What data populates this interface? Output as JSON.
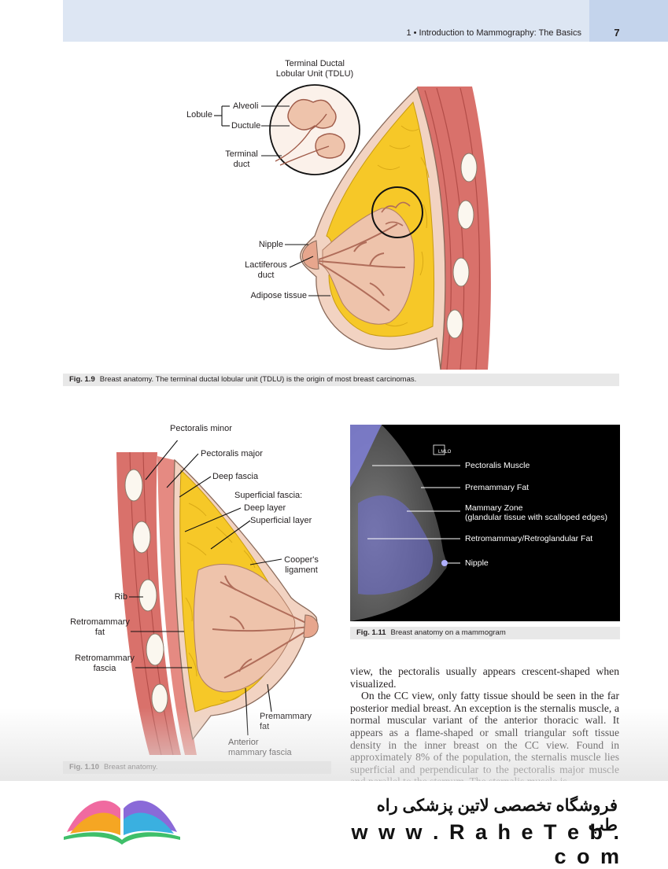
{
  "header": {
    "chapter_number": "1",
    "chapter_title": "Introduction to Mammography: The Basics",
    "page_number": "7"
  },
  "fig19": {
    "inset_title_line1": "Terminal Ductal",
    "inset_title_line2": "Lobular Unit (TDLU)",
    "labels": {
      "lobule": "Lobule",
      "alveoli": "Alveoli",
      "ductule": "Ductule",
      "terminal_line1": "Terminal",
      "terminal_line2": "duct",
      "nipple": "Nipple",
      "lactiferous_line1": "Lactiferous",
      "lactiferous_line2": "duct",
      "adipose": "Adipose tissue"
    },
    "caption_id": "Fig. 1.9",
    "caption_text": "Breast anatomy. The terminal ductal lobular unit (TDLU) is the origin of most breast carcinomas."
  },
  "fig110": {
    "labels": {
      "pectoralis_minor": "Pectoralis minor",
      "pectoralis_major": "Pectoralis major",
      "deep_fascia": "Deep fascia",
      "superficial_fascia": "Superficial fascia:",
      "deep_layer": "Deep layer",
      "superficial_layer": "Superficial layer",
      "coopers_line1": "Cooper's",
      "coopers_line2": "ligament",
      "rib": "Rib",
      "retro_fat_line1": "Retromammary",
      "retro_fat_line2": "fat",
      "retro_fascia_line1": "Retromammary",
      "retro_fascia_line2": "fascia",
      "premammary_line1": "Premammary",
      "premammary_line2": "fat",
      "anterior_line1": "Anterior",
      "anterior_line2": "mammary fascia"
    },
    "caption_id": "Fig. 1.10",
    "caption_text": "Breast anatomy."
  },
  "fig111": {
    "view_marker": "LMLO",
    "labels": {
      "pectoralis": "Pectoralis Muscle",
      "premammary": "Premammary Fat",
      "mammary_line1": "Mammary Zone",
      "mammary_line2": "(glandular tissue with scalloped edges)",
      "retro": "Retromammary/Retroglandular Fat",
      "nipple": "Nipple"
    },
    "caption_id": "Fig. 1.11",
    "caption_text": "Breast anatomy on a mammogram"
  },
  "body": {
    "p1": "view, the pectoralis usually appears crescent-shaped when visualized.",
    "p2": "On the CC view, only fatty tissue should be seen in the far posterior medial breast. An exception is the sternalis muscle, a normal muscular variant of the anterior thoracic wall. It appears as a flame-shaped or small triangular soft tissue density in the inner breast on the CC view. Found in approximately 8% of the population, the sternalis muscle lies superficial and perpendicular to the pectoralis major muscle and parallel to the sternum. The sternalis muscle is"
  },
  "watermark": {
    "store_name": "فروشگاه تخصصی لاتین پزشکی  راه طب",
    "url": "w w w . R a h e T e b . c o m"
  },
  "colors": {
    "muscle": "#d9716b",
    "fat": "#f6c828",
    "gland": "#eec3ab",
    "header": "#dde6f3",
    "caption_bg": "#e8e8e8",
    "mammo_overlay": "#6f6fd8"
  }
}
